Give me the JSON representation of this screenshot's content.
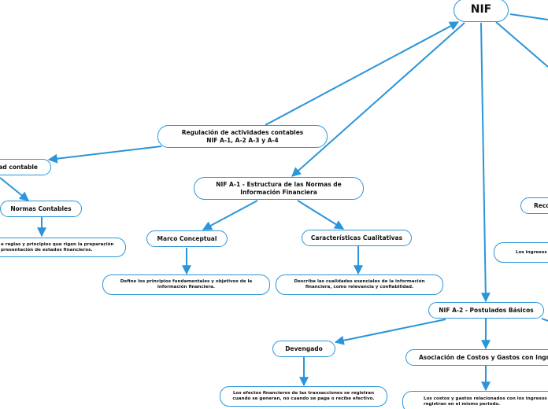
{
  "nodes": {
    "root": "NIF",
    "regulacion": "Regulación de actividades contables\nNIF A-1, A-2 A-3 y A-4",
    "actividad": "dad contable",
    "normas": "Normas Contables",
    "normas_desc": "e reglas y principios que rigen la preparación\npresentación de estados financieros.",
    "nifa1": "NIF A-1 - Estructura de las Normas de\nInformación Financiera",
    "marco": "Marco Conceptual",
    "marco_desc": "Define los principios fundamentales y objetivos de la\ninformación financiera.",
    "caract": "Características Cualitativas",
    "caract_desc": "Describe las cualidades esenciales de la información\nfinanciera, como relevancia y confiabilidad.",
    "reco": "Reco",
    "ingresos_desc": "Los ingresos",
    "nifa2": "NIF A-2 - Postulados Básicos",
    "devengado": "Devengado",
    "devengado_desc": "Los efectos financieros de las transacciones se registran\ncuando se generan, no cuando se paga o recibe efectivo.",
    "asociacion": "Asociación de Costos y Gastos con Ingreso",
    "asociacion_desc": "Los costos y gastos relacionados con los ingresos s\nregistran en el mismo periodo."
  },
  "colors": {
    "line": "#2a95d8",
    "border": "#2a95d8",
    "text": "#111111"
  }
}
